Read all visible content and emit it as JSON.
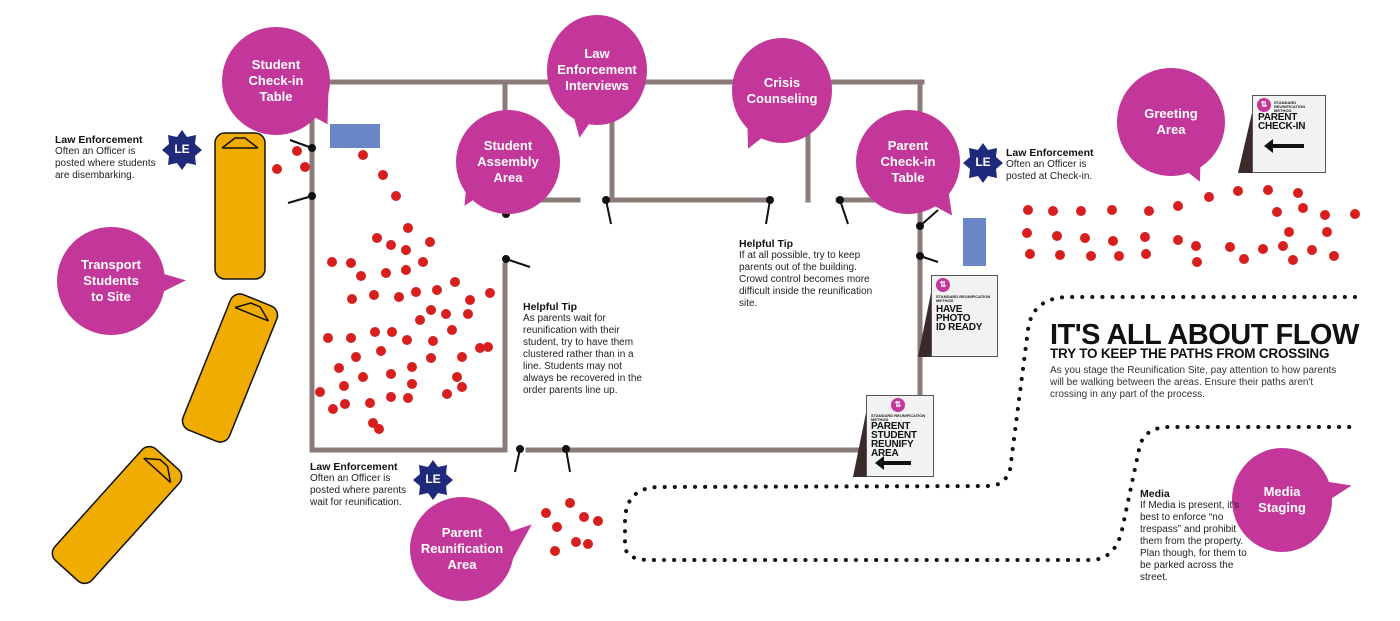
{
  "bubbles": {
    "student_checkin": "Student\nCheck-in\nTable",
    "law_interviews": "Law\nEnforcement\nInterviews",
    "crisis": "Crisis\nCounseling",
    "assembly": "Student\nAssembly\nArea",
    "parent_checkin": "Parent\nCheck-in\nTable",
    "greeting": "Greeting\nArea",
    "transport": "Transport\nStudents\nto Site",
    "reunification": "Parent\nReunification\nArea",
    "media": "Media\nStaging"
  },
  "notes": {
    "le_bus": {
      "title": "Law Enforcement",
      "body": "Often an Officer is posted where students are disembarking."
    },
    "le_checkin": {
      "title": "Law Enforcement",
      "body": "Often an Officer is posted at Check-in."
    },
    "le_parents": {
      "title": "Law Enforcement",
      "body": "Often an Officer is posted where parents wait for reunification."
    },
    "tip1": {
      "title": "Helpful Tip",
      "body": "As parents wait for reunification with their student, try to have them clustered rather than in a line. Students may not always be recovered in the order parents line up."
    },
    "tip2": {
      "title": "Helpful Tip",
      "body": "If at all possible, try to keep parents out of the building. Crowd control becomes more difficult inside the reunification site."
    },
    "media": {
      "title": "Media",
      "body": "If Media is present, it's best to enforce “no trespass” and prohibit them from the property. Plan though, for them to be parked across the street."
    }
  },
  "badge_label": "LE",
  "signs": {
    "checkin": "PARENT\nCHECK-IN",
    "photo": "HAVE\nPHOTO\nID READY",
    "reunify": "PARENT\nSTUDENT\nREUNIFY\nAREA",
    "tiny": "STANDARD REUNIFICATION METHOD"
  },
  "flow": {
    "title": "IT'S ALL ABOUT FLOW",
    "subtitle": "TRY TO KEEP THE PATHS FROM CROSSING",
    "body": "As you stage the Reunification Site, pay attention to how parents will be walking between the areas. Ensure their paths aren't crossing in any part of the process."
  },
  "colors": {
    "magenta": "#c4379a",
    "navy": "#1f2a7a",
    "bus": "#f0ac00",
    "wall": "#8a7b78",
    "dot": "#d81f1f",
    "table": "#6b86c7"
  }
}
